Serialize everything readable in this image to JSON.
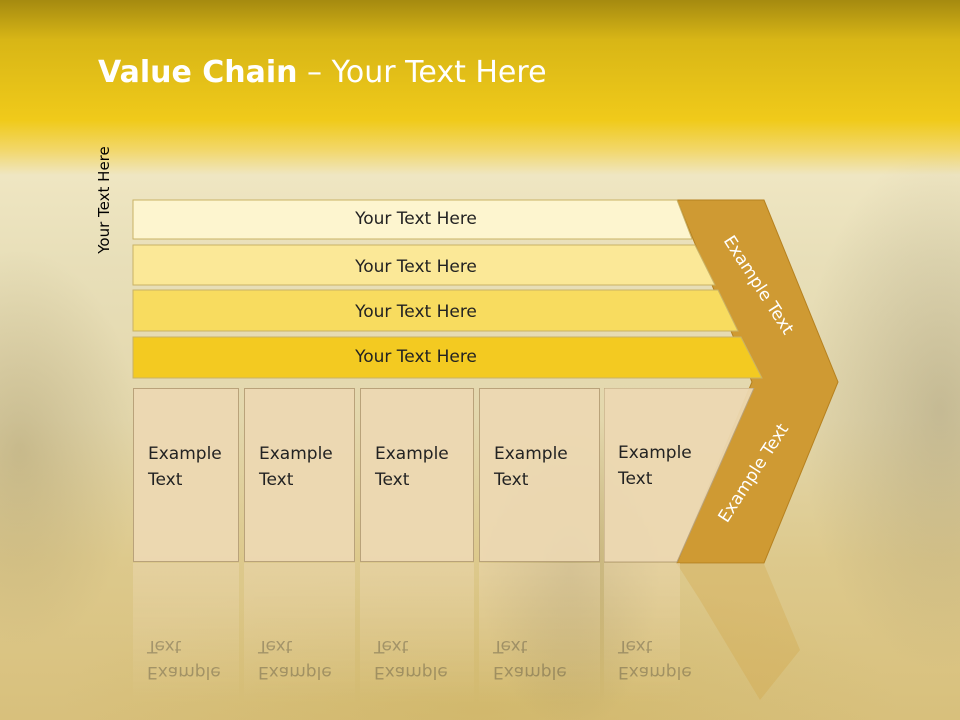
{
  "title": {
    "bold": "Value Chain",
    "rest": " – Your Text Here"
  },
  "side_label": "Your Text Here",
  "bands": [
    {
      "label": "Your Text Here",
      "color": "#fdf5cf"
    },
    {
      "label": "Your Text Here",
      "color": "#fbe897"
    },
    {
      "label": "Your Text Here",
      "color": "#f8dc5f"
    },
    {
      "label": "Your Text Here",
      "color": "#f3ca21"
    }
  ],
  "cells": [
    {
      "label": "Example\nText"
    },
    {
      "label": "Example\nText"
    },
    {
      "label": "Example\nText"
    },
    {
      "label": "Example\nText"
    },
    {
      "label": "Example\nText"
    }
  ],
  "arrow": {
    "top_label": "Example Text",
    "bottom_label": "Example Text",
    "color": "#cf9a33"
  }
}
